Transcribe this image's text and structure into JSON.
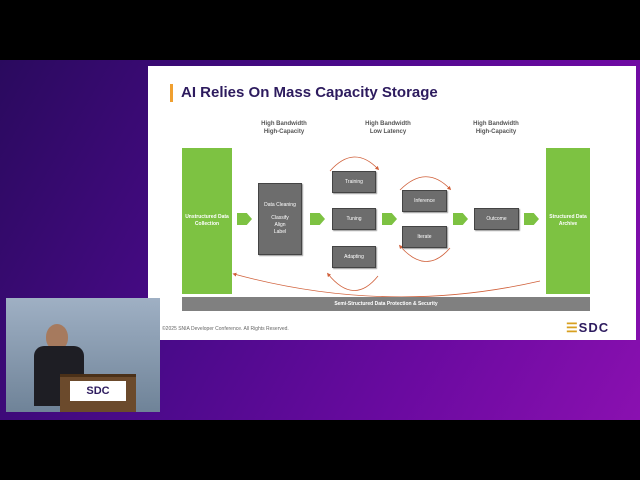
{
  "slide": {
    "title": "AI Relies On Mass Capacity Storage",
    "headers": [
      {
        "line1": "High Bandwidth",
        "line2": "High-Capacity"
      },
      {
        "line1": "High Bandwidth",
        "line2": "Low Latency"
      },
      {
        "line1": "High Bandwidth",
        "line2": "High-Capacity"
      }
    ],
    "source": "Unstructured Data Collection",
    "cleaning": {
      "title": "Data Cleaning",
      "l1": "Classify",
      "l2": "Align",
      "l3": "Label"
    },
    "training": "Training",
    "tuning": "Tuning",
    "adapting": "Adapting",
    "inference": "Inference",
    "iterate": "Iterate",
    "outcome": "Outcome",
    "archive": "Structured Data Archive",
    "security_bar": "Semi-Structured Data Protection & Security",
    "copyright": "©2025 SNIA Developer Conference. All Rights Reserved.",
    "logo": "SDC",
    "accent": "#7dc242",
    "arrow_color": "#d0603a"
  },
  "camera": {
    "podium_logo": "SDC"
  }
}
